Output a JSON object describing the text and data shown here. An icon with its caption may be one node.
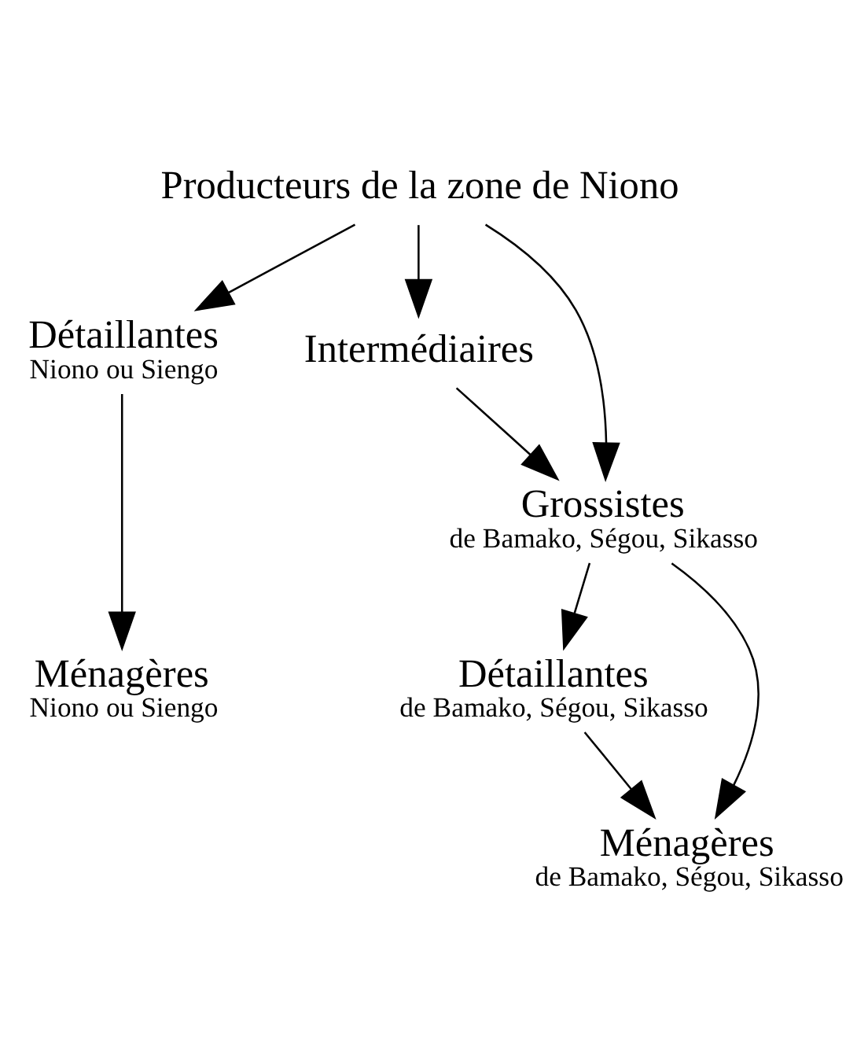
{
  "diagram": {
    "nodes": [
      {
        "text": [
          "Producteurs de la zone de Niono"
        ]
      },
      {
        "text": [
          "Détaillantes",
          "Niono ou Siengo"
        ]
      },
      {
        "text": [
          "Intermédiaires"
        ]
      },
      {
        "text": [
          "Grossistes",
          "de Bamako, Ségou, Sikasso"
        ]
      },
      {
        "text": [
          "Ménagères",
          "Niono ou Siengo"
        ]
      },
      {
        "text": [
          "Détaillantes",
          "de Bamako, Ségou, Sikasso"
        ]
      },
      {
        "text": [
          "Ménagères",
          "de Bamako, Ségou, Sikasso"
        ]
      }
    ],
    "edges": [
      {
        "from": 0,
        "to": 1,
        "arrow": "to"
      },
      {
        "from": 0,
        "to": 3,
        "arrow": "to"
      },
      {
        "from": 0,
        "to": 2,
        "arrow": "to"
      },
      {
        "from": 2,
        "to": 3,
        "arrow": "to"
      },
      {
        "from": 1,
        "to": 4,
        "arrow": "to"
      },
      {
        "from": 3,
        "to": 6,
        "arrow": "to"
      },
      {
        "from": 3,
        "to": 5,
        "arrow": "to"
      },
      {
        "from": 5,
        "to": 6,
        "arrow": "to"
      }
    ]
  }
}
